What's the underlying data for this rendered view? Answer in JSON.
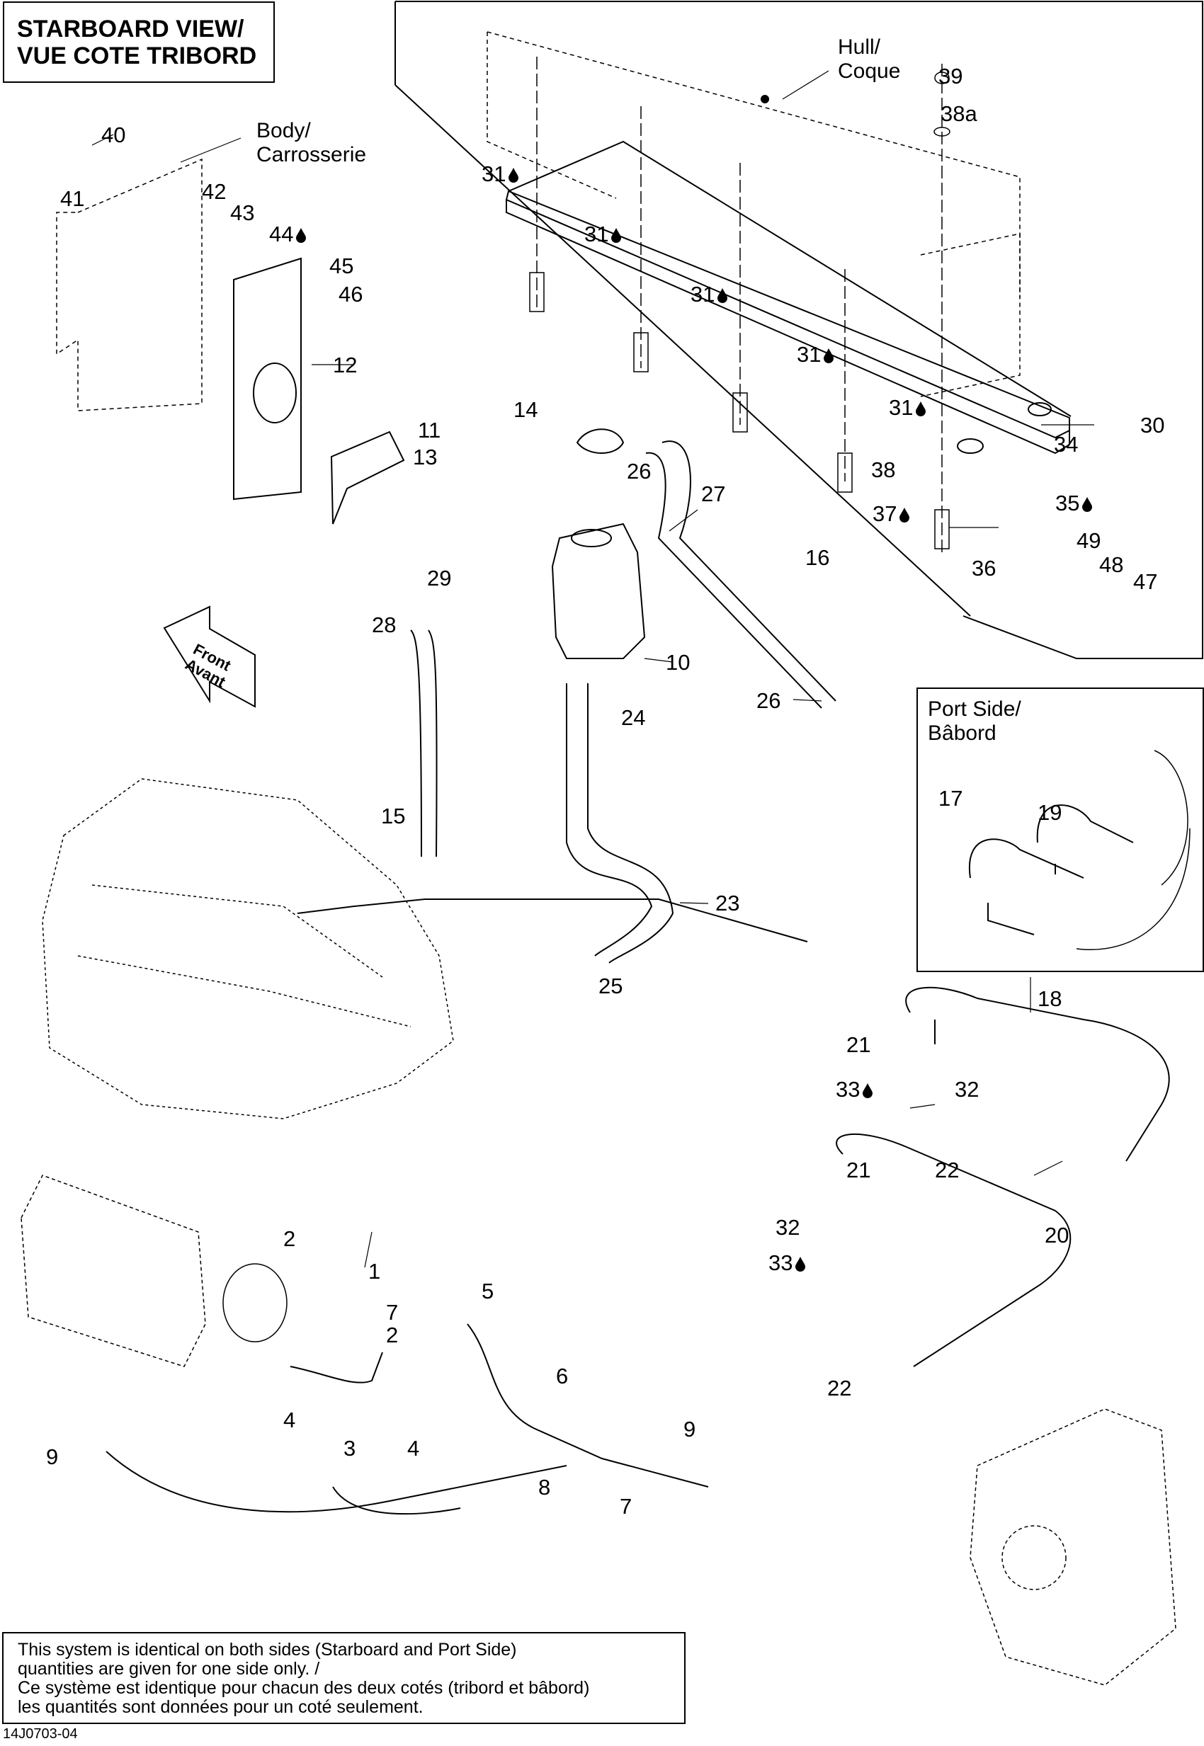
{
  "title": {
    "line1": "STARBOARD VIEW/",
    "line2": "VUE COTE TRIBORD"
  },
  "callouts": {
    "body": [
      "Body/",
      "Carrosserie"
    ],
    "hull": [
      "Hull/",
      "Coque"
    ],
    "port_side": [
      "Port Side/",
      "Bâbord"
    ],
    "front": [
      "Front",
      "Avant"
    ]
  },
  "part_labels": [
    {
      "id": "40",
      "sealant": false
    },
    {
      "id": "41",
      "sealant": false
    },
    {
      "id": "42",
      "sealant": false
    },
    {
      "id": "43",
      "sealant": false
    },
    {
      "id": "44",
      "sealant": true
    },
    {
      "id": "45",
      "sealant": false
    },
    {
      "id": "46",
      "sealant": false
    },
    {
      "id": "12",
      "sealant": false
    },
    {
      "id": "11",
      "sealant": false
    },
    {
      "id": "13",
      "sealant": false
    },
    {
      "id": "39",
      "sealant": false
    },
    {
      "id": "38a",
      "sealant": false
    },
    {
      "id": "31",
      "sealant": true
    },
    {
      "id": "31",
      "sealant": true
    },
    {
      "id": "31",
      "sealant": true
    },
    {
      "id": "31",
      "sealant": true
    },
    {
      "id": "31",
      "sealant": true
    },
    {
      "id": "30",
      "sealant": false
    },
    {
      "id": "34",
      "sealant": false
    },
    {
      "id": "35",
      "sealant": true
    },
    {
      "id": "38",
      "sealant": false
    },
    {
      "id": "37",
      "sealant": true
    },
    {
      "id": "36",
      "sealant": false
    },
    {
      "id": "49",
      "sealant": false
    },
    {
      "id": "48",
      "sealant": false
    },
    {
      "id": "47",
      "sealant": false
    },
    {
      "id": "14",
      "sealant": false
    },
    {
      "id": "26",
      "sealant": false
    },
    {
      "id": "27",
      "sealant": false
    },
    {
      "id": "16",
      "sealant": false
    },
    {
      "id": "29",
      "sealant": false
    },
    {
      "id": "28",
      "sealant": false
    },
    {
      "id": "10",
      "sealant": false
    },
    {
      "id": "24",
      "sealant": false
    },
    {
      "id": "26",
      "sealant": false
    },
    {
      "id": "15",
      "sealant": false
    },
    {
      "id": "17",
      "sealant": false
    },
    {
      "id": "19",
      "sealant": false
    },
    {
      "id": "23",
      "sealant": false
    },
    {
      "id": "25",
      "sealant": false
    },
    {
      "id": "18",
      "sealant": false
    },
    {
      "id": "21",
      "sealant": false
    },
    {
      "id": "33",
      "sealant": true
    },
    {
      "id": "32",
      "sealant": false
    },
    {
      "id": "22",
      "sealant": false
    },
    {
      "id": "21",
      "sealant": false
    },
    {
      "id": "32",
      "sealant": false
    },
    {
      "id": "33",
      "sealant": true
    },
    {
      "id": "20",
      "sealant": false
    },
    {
      "id": "2",
      "sealant": false
    },
    {
      "id": "1",
      "sealant": false
    },
    {
      "id": "5",
      "sealant": false
    },
    {
      "id": "7",
      "sealant": false
    },
    {
      "id": "2",
      "sealant": false
    },
    {
      "id": "6",
      "sealant": false
    },
    {
      "id": "22",
      "sealant": false
    },
    {
      "id": "9",
      "sealant": false
    },
    {
      "id": "4",
      "sealant": false
    },
    {
      "id": "3",
      "sealant": false
    },
    {
      "id": "4",
      "sealant": false
    },
    {
      "id": "9",
      "sealant": false
    },
    {
      "id": "8",
      "sealant": false
    },
    {
      "id": "7",
      "sealant": false
    }
  ],
  "note": {
    "lines": [
      "This system is identical on both sides (Starboard and Port Side)",
      "quantities are given for one side only. /",
      "Ce système est identique pour chacun des deux cotés (tribord et bâbord)",
      "les quantités sont données pour un coté seulement."
    ]
  },
  "figure_id": "14J0703-04"
}
